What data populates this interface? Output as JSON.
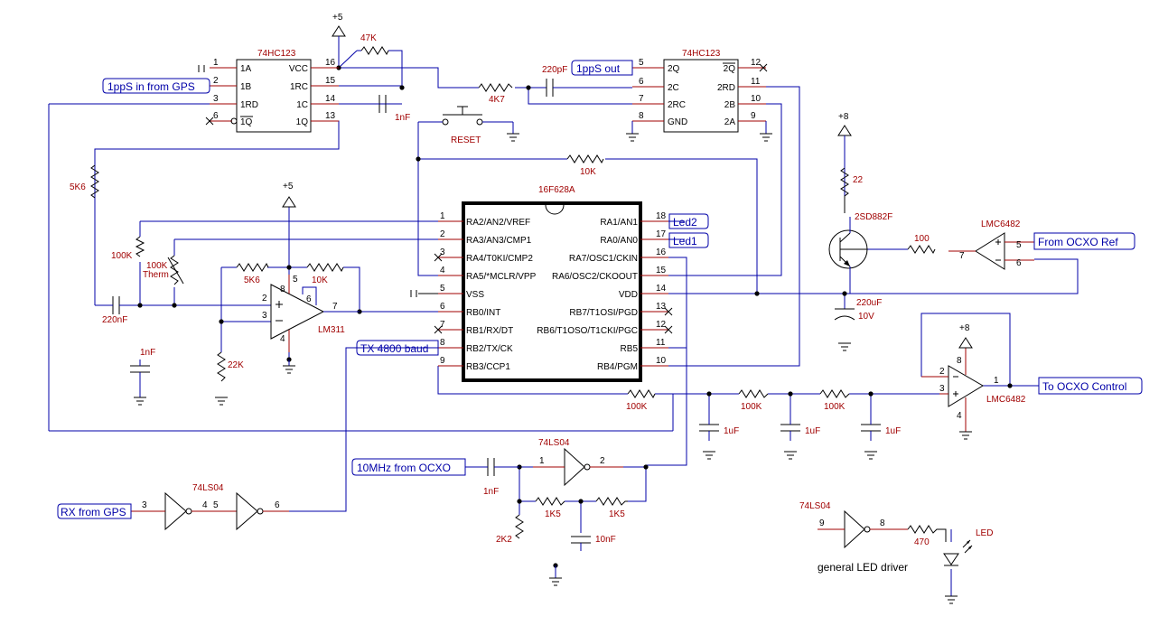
{
  "parts": {
    "u1": "74HC123",
    "u2": "74HC123",
    "pic": "16F628A",
    "cmp": "LM311",
    "op1": "LMC6482",
    "op2": "LMC6482",
    "inv1": "74LS04",
    "inv2": "74LS04",
    "inv3": "74LS04",
    "q1": "2SD882F"
  },
  "u1_pins": {
    "l": [
      [
        "1",
        "1A"
      ],
      [
        "2",
        "1B"
      ],
      [
        "3",
        "1RD"
      ],
      [
        "6",
        "1Q"
      ]
    ],
    "r": [
      [
        "16",
        "VCC"
      ],
      [
        "15",
        "1RC"
      ],
      [
        "14",
        "1C"
      ],
      [
        "13",
        "1Q"
      ]
    ]
  },
  "u2_pins": {
    "l": [
      [
        "5",
        "2Q"
      ],
      [
        "6",
        "2C"
      ],
      [
        "7",
        "2RC"
      ],
      [
        "8",
        "GND"
      ]
    ],
    "r": [
      [
        "12",
        "2Q"
      ],
      [
        "11",
        "2RD"
      ],
      [
        "10",
        "2B"
      ],
      [
        "9",
        "2A"
      ]
    ]
  },
  "pic_pins": {
    "l": [
      [
        "1",
        "RA2/AN2/VREF"
      ],
      [
        "2",
        "RA3/AN3/CMP1"
      ],
      [
        "3",
        "RA4/T0KI/CMP2"
      ],
      [
        "4",
        "RA5/*MCLR/VPP"
      ],
      [
        "5",
        "VSS"
      ],
      [
        "6",
        "RB0/INT"
      ],
      [
        "7",
        "RB1/RX/DT"
      ],
      [
        "8",
        "RB2/TX/CK"
      ],
      [
        "9",
        "RB3/CCP1"
      ]
    ],
    "r": [
      [
        "18",
        "RA1/AN1"
      ],
      [
        "17",
        "RA0/AN0"
      ],
      [
        "16",
        "RA7/OSC1/CKIN"
      ],
      [
        "15",
        "RA6/OSC2/CKOOUT"
      ],
      [
        "14",
        "VDD"
      ],
      [
        "13",
        "RB7/T1OSI/PGD"
      ],
      [
        "12",
        "RB6/T1OSO/T1CKI/PGC"
      ],
      [
        "11",
        "RB5"
      ],
      [
        "10",
        "RB4/PGM"
      ]
    ]
  },
  "comp_pins": {
    "cmp_in_p": "2",
    "cmp_in_m": "3",
    "cmp_out": "7",
    "cmp_p8": "8",
    "cmp_p4": "4",
    "cmp_p5": "5",
    "cmp_p6": "6",
    "op1_p": "5",
    "op1_m": "6",
    "op1_out": "7",
    "op2_p2": "2",
    "op2_p3": "3",
    "op2_out": "1",
    "op2_p8": "8",
    "op2_p4": "4",
    "inv1_in": "3",
    "inv1_out": "4",
    "inv1b_in": "5",
    "inv1b_out": "6",
    "inv2_in": "1",
    "inv2_out": "2",
    "inv3_in": "9",
    "inv3_out": "8"
  },
  "values": {
    "r47k": "47K",
    "r4k7": "4K7",
    "c220p": "220pF",
    "c1n_a": "1nF",
    "r5k6a": "5K6",
    "r100k_a": "100K",
    "therm": "100K",
    "therm_lbl": "Therm",
    "c220n": "220nF",
    "c1n_b": "1nF",
    "r5k6b": "5K6",
    "r10k_a": "10K",
    "r22k": "22K",
    "r10k_b": "10K",
    "r22": "22",
    "r100": "100",
    "c220u": "220uF",
    "c220u_v": "10V",
    "r100k_b": "100K",
    "r100k_c": "100K",
    "r100k_d": "100K",
    "c1u_a": "1uF",
    "c1u_b": "1uF",
    "c1u_c": "1uF",
    "c1n_c": "1nF",
    "r1k5a": "1K5",
    "r1k5b": "1K5",
    "r2k2": "2K2",
    "c10n": "10nF",
    "r470": "470",
    "led": "LED",
    "reset": "RESET"
  },
  "supplies": {
    "p5a": "+5",
    "p5b": "+5",
    "p8a": "+8",
    "p8b": "+8"
  },
  "ports": {
    "pps_in": "1ppS in from GPS",
    "pps_out": "1ppS out",
    "led2": "Led2",
    "led1": "Led1",
    "ocxo_ref": "From OCXO Ref",
    "tx": "TX 4800 baud",
    "ocxo_ctrl": "To OCXO Control",
    "tenmhz": "10MHz from OCXO",
    "rx": "RX from GPS"
  },
  "caption": "general LED driver"
}
